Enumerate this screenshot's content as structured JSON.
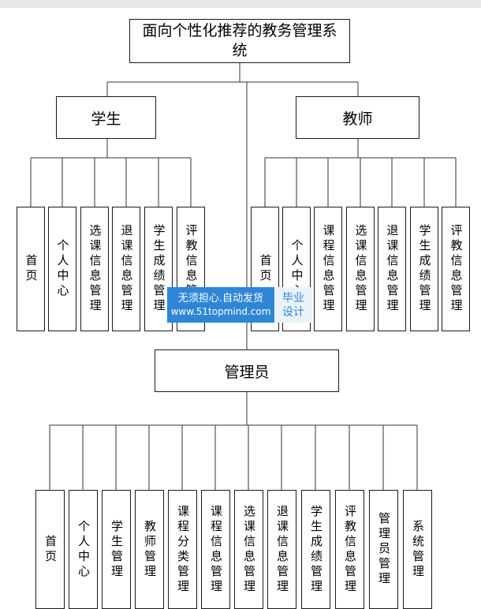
{
  "root": {
    "title": "面向个性化推荐的教务管理系统"
  },
  "student": {
    "label": "学生",
    "children": [
      "首页",
      "个人中心",
      "选课信息管理",
      "退课信息管理",
      "学生成绩管理",
      "评教信息管理"
    ]
  },
  "teacher": {
    "label": "教师",
    "children": [
      "首页",
      "个人中心",
      "课程信息管理",
      "选课信息管理",
      "退课信息管理",
      "学生成绩管理",
      "评教信息管理"
    ]
  },
  "admin": {
    "label": "管理员",
    "children": [
      "首页",
      "个人中心",
      "学生管理",
      "教师管理",
      "课程分类管理",
      "课程信息管理",
      "选课信息管理",
      "退课信息管理",
      "学生成绩管理",
      "评教信息管理",
      "管理员管理",
      "系统管理"
    ]
  },
  "watermark": {
    "line1": "无须担心.自动发货",
    "line2": "www.51topmind.com",
    "badge_line1": "毕业",
    "badge_line2": "设计"
  }
}
